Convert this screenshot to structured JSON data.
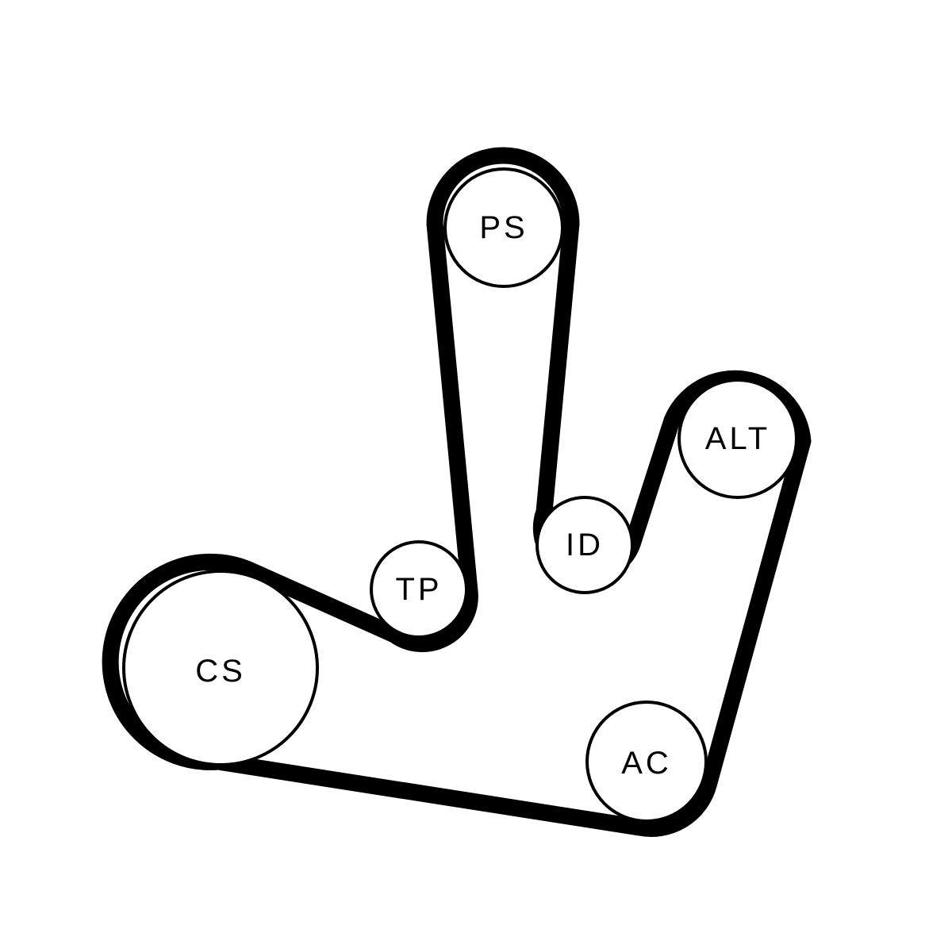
{
  "diagram": {
    "type": "belt-routing",
    "pulleys": [
      {
        "id": "ps",
        "label": "PS"
      },
      {
        "id": "alt",
        "label": "ALT"
      },
      {
        "id": "id",
        "label": "ID"
      },
      {
        "id": "tp",
        "label": "TP"
      },
      {
        "id": "cs",
        "label": "CS"
      },
      {
        "id": "ac",
        "label": "AC"
      }
    ],
    "colors": {
      "belt": "#000000",
      "pulley_outline": "#000000",
      "background": "#ffffff"
    }
  }
}
